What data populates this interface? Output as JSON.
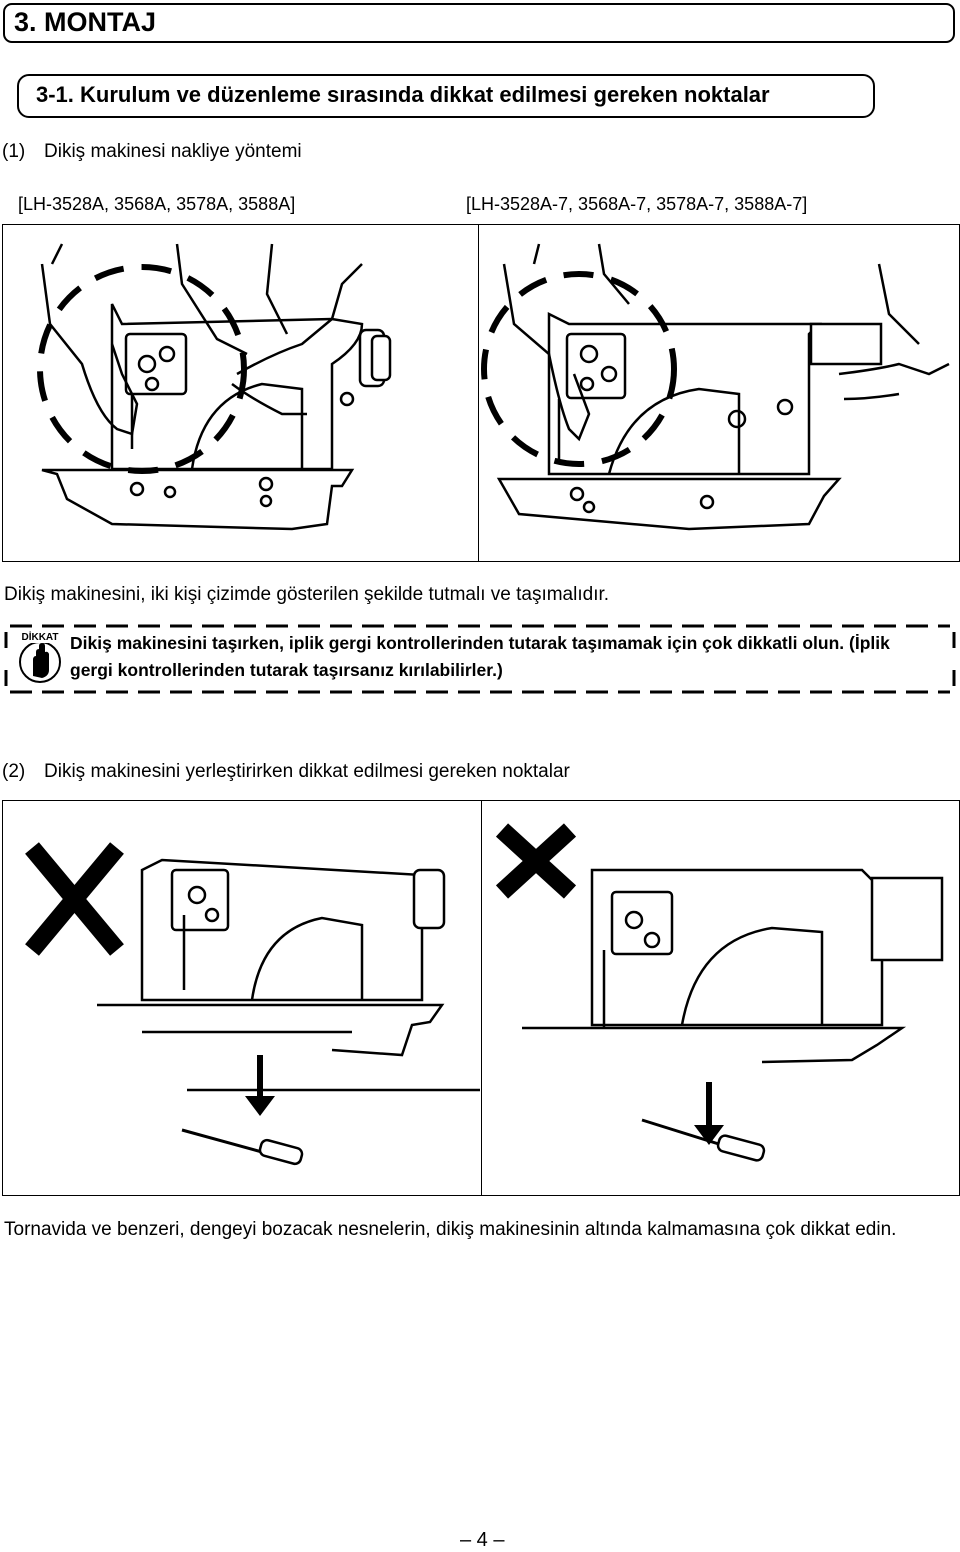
{
  "chapter": {
    "title": "3. MONTAJ"
  },
  "section": {
    "title": "3-1.  Kurulum ve düzenleme sırasında dikkat edilmesi gereken noktalar"
  },
  "part1": {
    "number": "(1)",
    "heading": "Dikiş makinesi nakliye yöntemi",
    "model_left": "[LH-3528A, 3568A, 3578A, 3588A]",
    "model_right": "[LH-3528A-7, 3568A-7, 3578A-7, 3588A-7]",
    "instruction": "Dikiş makinesini, iki kişi çizimde gösterilen şekilde tutmalı ve taşımalıdır."
  },
  "caution": {
    "badge_label": "DİKKAT",
    "badge_icon": "hand-warning-icon",
    "line1": "Dikiş makinesini taşırken, iplik gergi kontrollerinden tutarak taşımamak için çok dikkatli olun. (İplik",
    "line2": "gergi kontrollerinden tutarak taşırsanız kırılabilirler.)"
  },
  "part2": {
    "number": "(2)",
    "heading": "Dikiş makinesini yerleştirirken dikkat edilmesi gereken noktalar",
    "instruction": "Tornavida ve benzeri, dengeyi bozacak nesnelerin, dikiş makinesinin altında kalmamasına çok dikkat edin."
  },
  "page": {
    "number": "– 4 –"
  }
}
